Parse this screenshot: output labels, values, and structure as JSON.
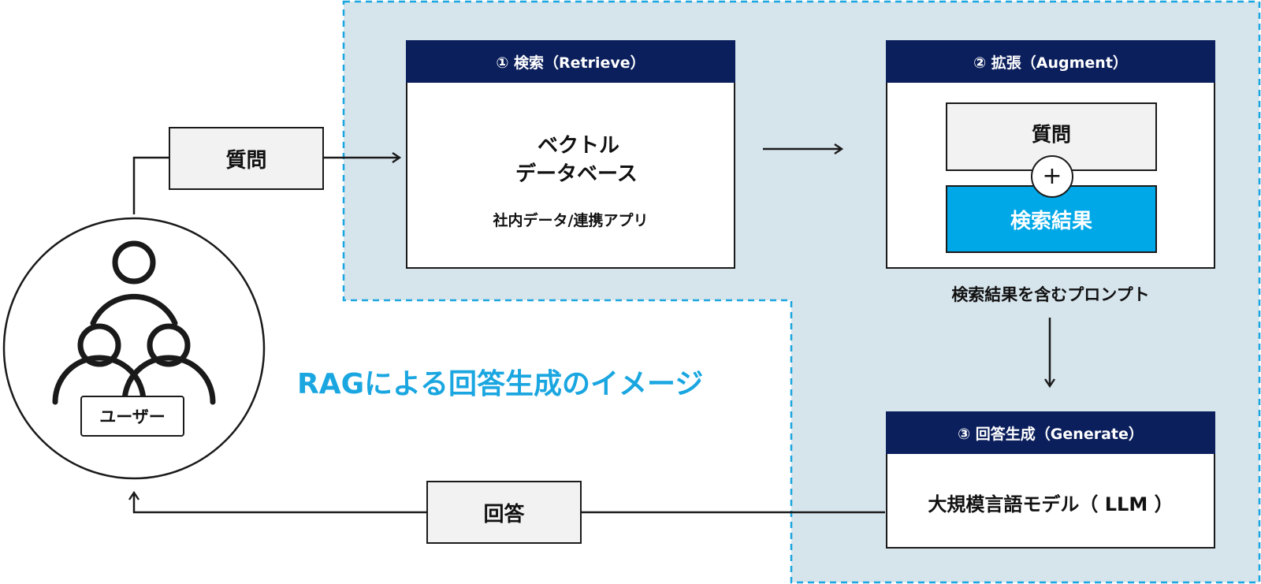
{
  "user": {
    "label": "ユーザー"
  },
  "flows": {
    "question_label": "質問",
    "answer_label": "回答"
  },
  "retrieve": {
    "header": "① 検索（Retrieve）",
    "db_line1": "ベクトル",
    "db_line2": "データベース",
    "source": "社内データ/連携アプリ"
  },
  "augment": {
    "header": "② 拡張（Augment）",
    "question": "質問",
    "plus": "+",
    "search_results": "検索結果",
    "caption": "検索結果を含むプロンプト"
  },
  "generate": {
    "header": "③ 回答生成（Generate）",
    "model": "大規模言語モデル（ LLM ）"
  },
  "title": "RAGによる回答生成のイメージ",
  "colors": {
    "header_navy": "#0b1f5c",
    "accent_blue": "#1aa6e0",
    "search_result_fill": "#00a8e8",
    "rag_area_fill": "#d6e4ec",
    "dashed_border": "#1aa6e0"
  }
}
